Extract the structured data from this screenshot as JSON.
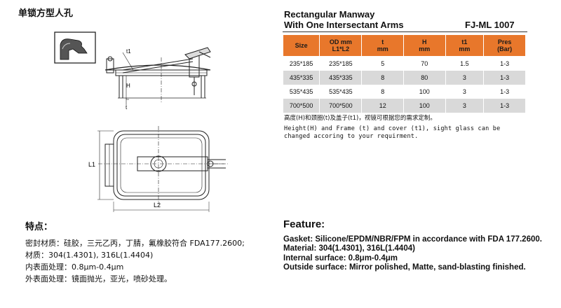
{
  "cn_title": "单锁方型人孔",
  "en_title_line1": "Rectangular Manway",
  "en_title_line2": "With One Intersectant Arms",
  "model_code": "FJ-ML 1007",
  "table": {
    "headers": [
      [
        "Size",
        ""
      ],
      [
        "OD mm",
        "L1*L2"
      ],
      [
        "t",
        "mm"
      ],
      [
        "H",
        "mm"
      ],
      [
        "t1",
        "mm"
      ],
      [
        "Pres",
        "(Bar)"
      ]
    ],
    "rows": [
      [
        "235*185",
        "235*185",
        "5",
        "70",
        "1.5",
        "1-3"
      ],
      [
        "435*335",
        "435*335",
        "8",
        "80",
        "3",
        "1-3"
      ],
      [
        "535*435",
        "535*435",
        "8",
        "100",
        "3",
        "1-3"
      ],
      [
        "700*500",
        "700*500",
        "12",
        "100",
        "3",
        "1-3"
      ]
    ]
  },
  "note_cn": "高度(H)和颈圈(t)及盖子(t1)，视镜可根据您的需求定制。",
  "note_en": "Height(H) and Frame (t) and cover (t1), sight glass can be changed accoring to your requirment.",
  "drawing_labels": {
    "t1": "t1",
    "H": "H",
    "t": "t",
    "L1": "L1",
    "L2": "L2"
  },
  "feature_cn": {
    "heading": "特点：",
    "lines": [
      "密封材质：硅胶，三元乙丙，丁腈，氟橡胶符合 FDA177.2600;",
      "材质：304(1.4301), 316L(1.4404)",
      "内表面处理：0.8μm-0.4μm",
      "外表面处理：镜面抛光，亚光，喷砂处理。"
    ]
  },
  "feature_en": {
    "heading": "Feature:",
    "lines": [
      "Gasket: Silicone/EPDM/NBR/FPM in accordance with FDA 177.2600.",
      "Material: 304(1.4301), 316L(1.4404)",
      "Internal surface: 0.8μm-0.4μm",
      "Outside surface: Mirror polished, Matte, sand-blasting finished."
    ]
  },
  "colors": {
    "header_orange": "#e8772b",
    "row_gray": "#d9d9d9"
  }
}
